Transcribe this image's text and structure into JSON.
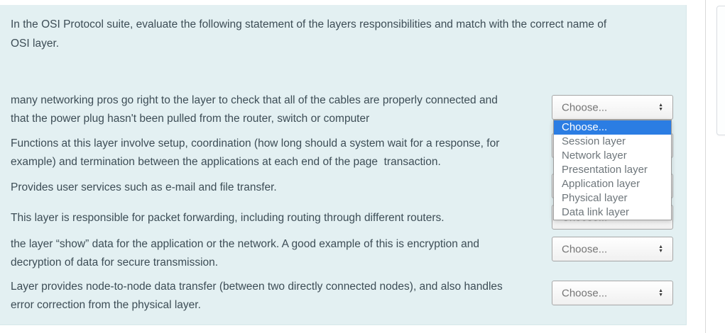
{
  "question": {
    "prompt_lines": [
      "In the OSI Protocol suite, evaluate the following statement of the layers responsibilities and match with the correct name of",
      "OSI layer."
    ]
  },
  "statements": [
    {
      "lines": [
        "many networking pros go right to the layer to check that all of the cables are properly connected and",
        "that the power plug hasn't been pulled from the router, switch or computer"
      ]
    },
    {
      "lines": [
        "Functions at this layer involve setup, coordination (how long should a system wait for a response, for",
        "example) and termination between the applications at each end of the page  transaction."
      ]
    },
    {
      "lines": [
        "Provides user services such as e-mail and file transfer."
      ]
    },
    {
      "lines": [
        "This layer is responsible for packet forwarding, including routing through different routers."
      ]
    },
    {
      "lines": [
        "the layer “show” data for the application or the network. A good example of this is encryption and",
        "decryption of data for secure transmission."
      ]
    },
    {
      "lines": [
        "Layer provides node-to-node data transfer (between two directly connected nodes), and also handles",
        "error correction from the physical layer."
      ]
    }
  ],
  "selects": [
    {
      "value": "Choose..."
    },
    {
      "value": "Choose..."
    },
    {
      "value": "Choose..."
    },
    {
      "value": "Choose..."
    },
    {
      "value": "Choose..."
    },
    {
      "value": "Choose..."
    }
  ],
  "dropdown": {
    "open": true,
    "attached_to_statement": 1,
    "options": [
      "Choose...",
      "Session layer",
      "Network layer",
      "Presentation layer",
      "Application layer",
      "Physical layer",
      "Data link layer"
    ],
    "highlighted_option": "Choose..."
  },
  "icons": {
    "arrow_up": "▲",
    "arrow_down": "▼"
  },
  "colors": {
    "card_background": "#e3f0f2",
    "body_text": "#3d4d56",
    "dropdown_highlight": "#2b7de3",
    "dropdown_highlight_text": "#ffffff",
    "select_text": "#757575",
    "dropdown_item_text": "#6e767b",
    "select_border": "#a6a6a6"
  }
}
